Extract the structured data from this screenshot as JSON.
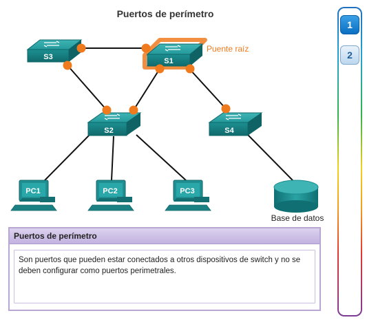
{
  "diagram": {
    "title": "Puertos de perímetro",
    "root_bridge_label": "Puente raíz",
    "database_label": "Base de datos",
    "switches": [
      "S3",
      "S1",
      "S2",
      "S4"
    ],
    "pcs": [
      "PC1",
      "PC2",
      "PC3"
    ]
  },
  "info_panel": {
    "header": "Puertos de perímetro",
    "body": "Son puertos que pueden estar conectados a otros dispositivos de switch y no se deben configurar como puertos perimetrales."
  },
  "nav": {
    "buttons": [
      "1",
      "2"
    ],
    "active": "1"
  },
  "colors": {
    "switch": "#1f8f91",
    "switch_dark": "#136f71",
    "port": "#f07a1e",
    "highlight": "#f07a1e",
    "pc": "#1f8f91",
    "database": "#1a8a8c"
  }
}
